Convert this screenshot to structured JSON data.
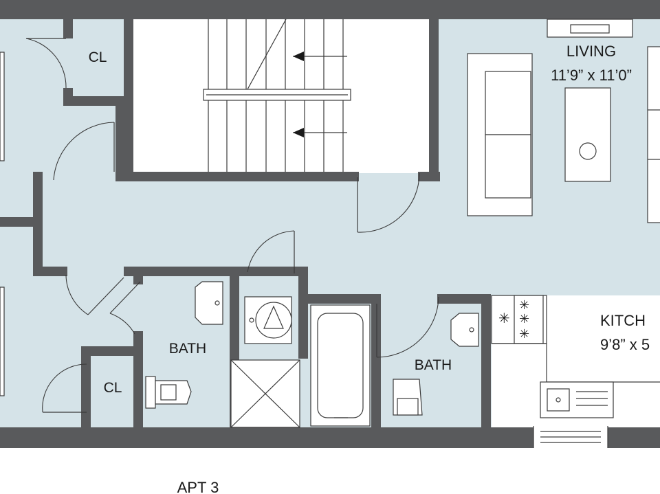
{
  "plan": {
    "unit_label": "APT 3",
    "rooms": {
      "living": {
        "name": "LIVING",
        "dimensions": "11’9” x 11’0”"
      },
      "kitchen": {
        "name": "KITCH",
        "dimensions": "9’8” x 5"
      },
      "bath_left": {
        "name": "BATH"
      },
      "bath_right": {
        "name": "BATH"
      },
      "closet_top": {
        "name": "CL"
      },
      "closet_bottom": {
        "name": "CL"
      }
    },
    "colors": {
      "wall": "#595a5c",
      "floor": "#d5e3e8",
      "fixture": "#ffffff"
    }
  }
}
